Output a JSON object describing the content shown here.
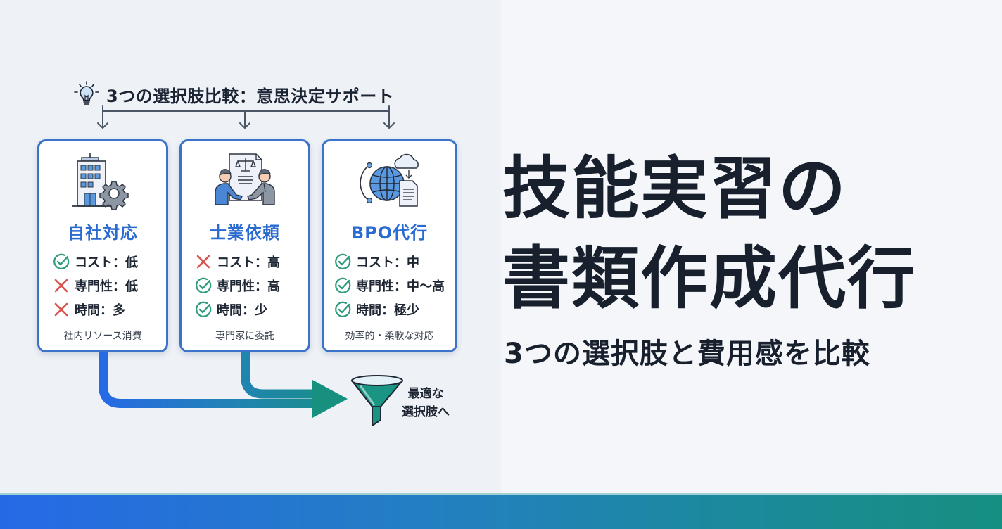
{
  "header": {
    "icon": "lightbulb-icon",
    "title": "3つの選択肢比較：意思決定サポート"
  },
  "options": [
    {
      "icon": "office-building-gear-icon",
      "title": "自社対応",
      "criteria": [
        {
          "status": "check",
          "label": "コスト：低"
        },
        {
          "status": "cross",
          "label": "専門性：低"
        },
        {
          "status": "cross",
          "label": "時間：多"
        }
      ],
      "note": "社内リソース消費"
    },
    {
      "icon": "handshake-document-icon",
      "title": "士業依頼",
      "criteria": [
        {
          "status": "cross",
          "label": "コスト：高"
        },
        {
          "status": "check",
          "label": "専門性：高"
        },
        {
          "status": "check",
          "label": "時間：少"
        }
      ],
      "note": "専門家に委託"
    },
    {
      "icon": "globe-cloud-document-icon",
      "title": "BPO代行",
      "criteria": [
        {
          "status": "check",
          "label": "コスト：中"
        },
        {
          "status": "check",
          "label": "専門性：中〜高"
        },
        {
          "status": "check",
          "label": "時間：極少"
        }
      ],
      "note": "効率的・柔軟な対応"
    }
  ],
  "flow": {
    "icon": "funnel-icon",
    "result_line1": "最適な",
    "result_line2": "選択肢へ"
  },
  "hero": {
    "line1": "技能実習の",
    "line2": "書類作成代行",
    "subtitle": "3つの選択肢と費用感を比較"
  },
  "colors": {
    "card_border": "#3a73c9",
    "card_title": "#2a6bd1",
    "check": "#2e9a7e",
    "cross": "#d9534f",
    "flow_start": "#2669e6",
    "flow_end": "#179080",
    "text_dark": "#18202e",
    "bar_start": "#2669e6",
    "bar_end": "#158f80"
  }
}
